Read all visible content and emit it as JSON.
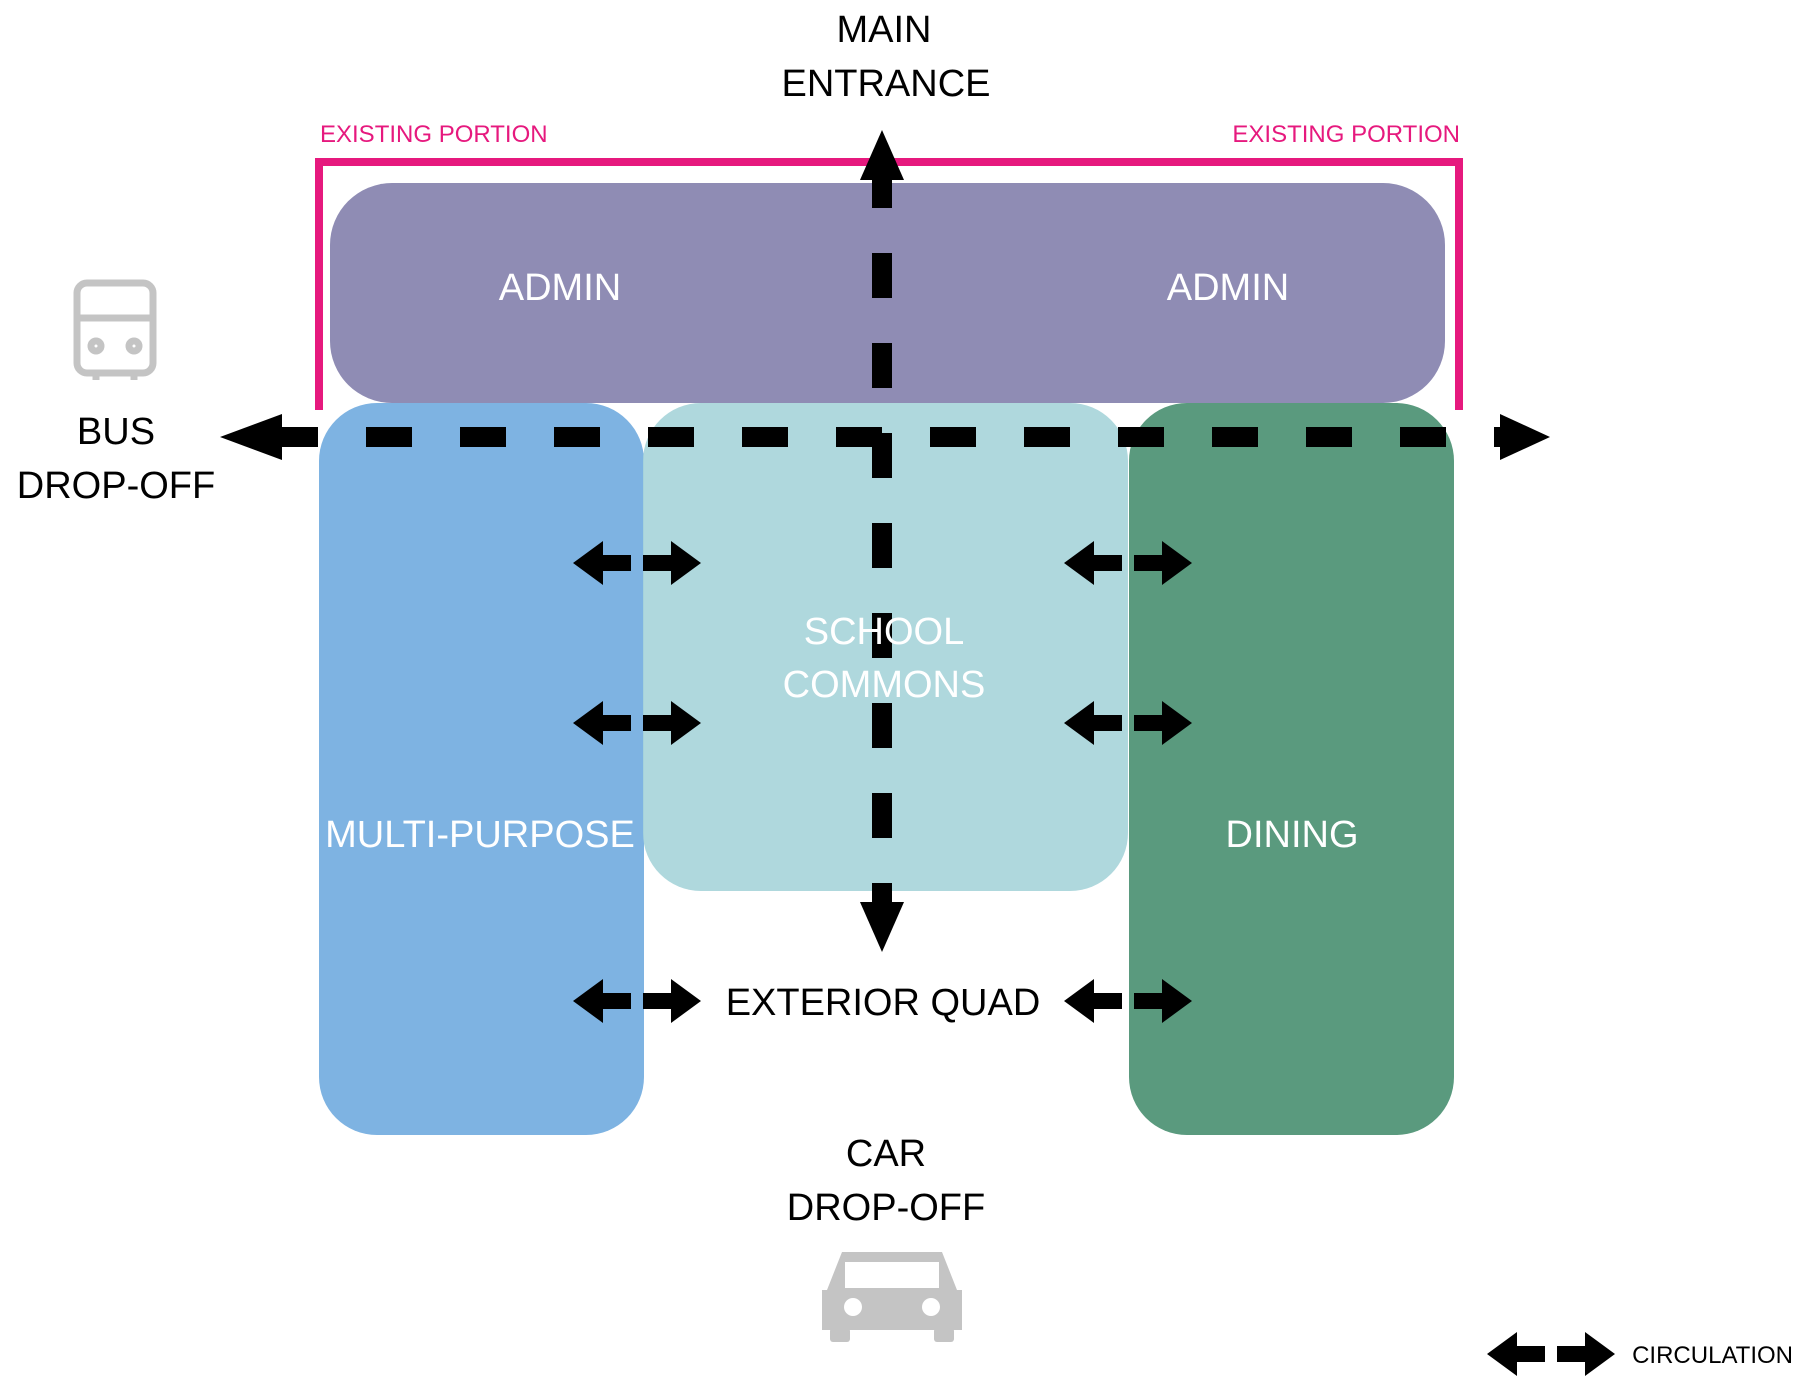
{
  "labels": {
    "main_entrance_1": "MAIN",
    "main_entrance_2": "ENTRANCE",
    "existing_portion_left": "EXISTING PORTION",
    "existing_portion_right": "EXISTING PORTION",
    "admin_left": "ADMIN",
    "admin_right": "ADMIN",
    "bus_1": "BUS",
    "bus_2": "DROP-OFF",
    "school_commons_1": "SCHOOL",
    "school_commons_2": "COMMONS",
    "multi_purpose": "MULTI-PURPOSE",
    "dining": "DINING",
    "exterior_quad": "EXTERIOR QUAD",
    "car_1": "CAR",
    "car_2": "DROP-OFF",
    "legend_circulation": "CIRCULATION"
  },
  "icons": {
    "bus": "bus-icon",
    "car": "car-icon",
    "circulation": "double-arrow-icon"
  },
  "colors": {
    "admin": "#8f8cb4",
    "multi_purpose": "#7eb3e2",
    "school_commons": "#a8d5da",
    "dining": "#5a9a7e",
    "existing_portion": "#e6197e",
    "circulation": "#000000",
    "icon_gray": "#c4c4c4",
    "label_light": "#ffffff",
    "label_dark": "#000000"
  }
}
